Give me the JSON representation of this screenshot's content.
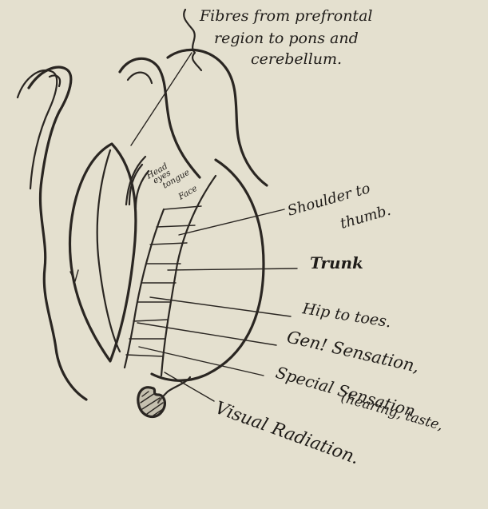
{
  "labels": {
    "fibres_line1": "Fibres from prefrontal",
    "fibres_line2": "region to pons and",
    "fibres_line3": "cerebellum.",
    "head": "Head",
    "eyes": "eyes",
    "tongue": "tongue",
    "face": "Face",
    "shoulder_line1": "Shoulder to",
    "shoulder_line2": "thumb.",
    "trunk": "Trunk",
    "hip": "Hip to toes.",
    "gen_sensation": "Gen! Sensation,",
    "special_line1": "Special Sensation",
    "special_line2": "(hearing, taste,",
    "visual": "Visual Radiation."
  },
  "colors": {
    "paper": "#e4e0cf",
    "ink": "#2a2622"
  }
}
